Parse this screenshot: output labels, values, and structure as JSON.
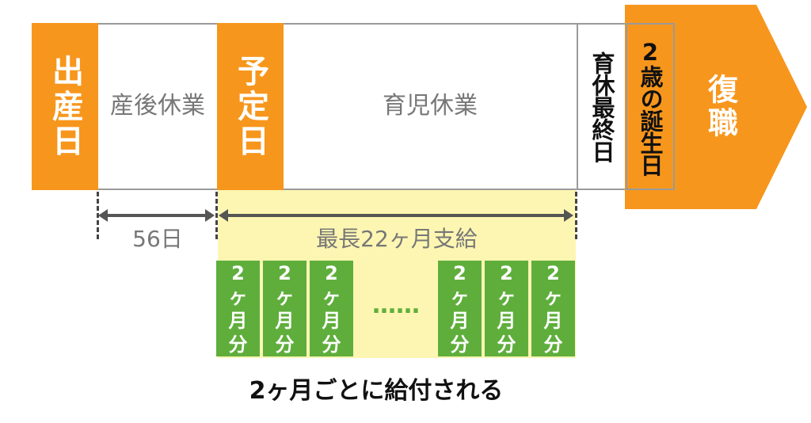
{
  "timeline": {
    "birth_day": "出産日",
    "postnatal_leave": "産後休業",
    "due_day": "予定日",
    "childcare_leave": "育児休業",
    "last_leave_day": "育休最終日",
    "second_birthday": "2歳の誕生日",
    "return_to_work": "復職"
  },
  "spans": {
    "days_56": "56日",
    "max_22_months": "最長22ヶ月支給"
  },
  "payments": {
    "block_line1": "2",
    "block_line2": "ヶ",
    "block_line3": "月",
    "block_line4": "分",
    "ellipsis": "……",
    "caption": "2ヶ月ごとに給付される"
  },
  "colors": {
    "orange": "#f7961c",
    "green": "#5fae3c",
    "yellow": "#fdf6b2",
    "gray": "#9a9a9a"
  }
}
